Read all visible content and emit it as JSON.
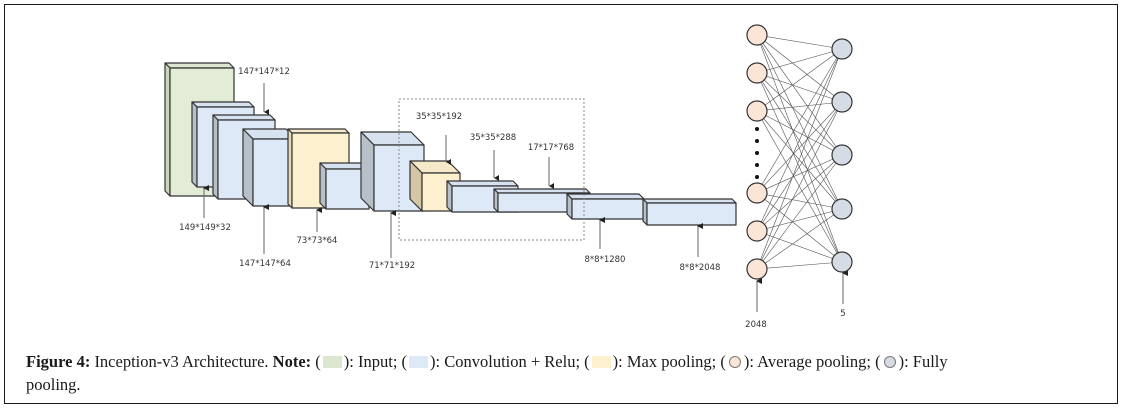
{
  "colors": {
    "input": "#e2ecd6",
    "conv": "#dde9f6",
    "maxpool": "#fdf0cf",
    "avgpool_neuron": "#fbe5d6",
    "fc_neuron": "#d6dce5",
    "side_dark": "#b7bfc9",
    "edge": "#333333"
  },
  "diagram": {
    "layer_labels": [
      {
        "id": "l1",
        "text": "147*147*12"
      },
      {
        "id": "l2",
        "text": "149*149*32"
      },
      {
        "id": "l3",
        "text": "147*147*64"
      },
      {
        "id": "l4",
        "text": "73*73*64"
      },
      {
        "id": "l5",
        "text": "71*71*192"
      },
      {
        "id": "l6",
        "text": "35*35*192"
      },
      {
        "id": "l7",
        "text": "35*35*288"
      },
      {
        "id": "l8",
        "text": "17*17*768"
      },
      {
        "id": "l9",
        "text": "8*8*1280"
      },
      {
        "id": "l10",
        "text": "8*8*2048"
      }
    ],
    "nn_input_label": "2048",
    "nn_output_label": "5",
    "nn_input_neurons_shown": 6,
    "nn_output_neurons": 5
  },
  "caption": {
    "figure_label": "Figure 4:",
    "title": " Inception-v3 Architecture.  ",
    "note_label": "Note:",
    "legend": [
      {
        "type": "input",
        "text": "): Input; ("
      },
      {
        "type": "conv",
        "text": "): Convolution + Relu; ("
      },
      {
        "type": "maxpool",
        "text": "): Max pooling; ("
      },
      {
        "type": "avgpool",
        "text": "): Average pooling; ("
      },
      {
        "type": "fc",
        "text": "): Fully"
      }
    ],
    "continuation": "pooling."
  }
}
